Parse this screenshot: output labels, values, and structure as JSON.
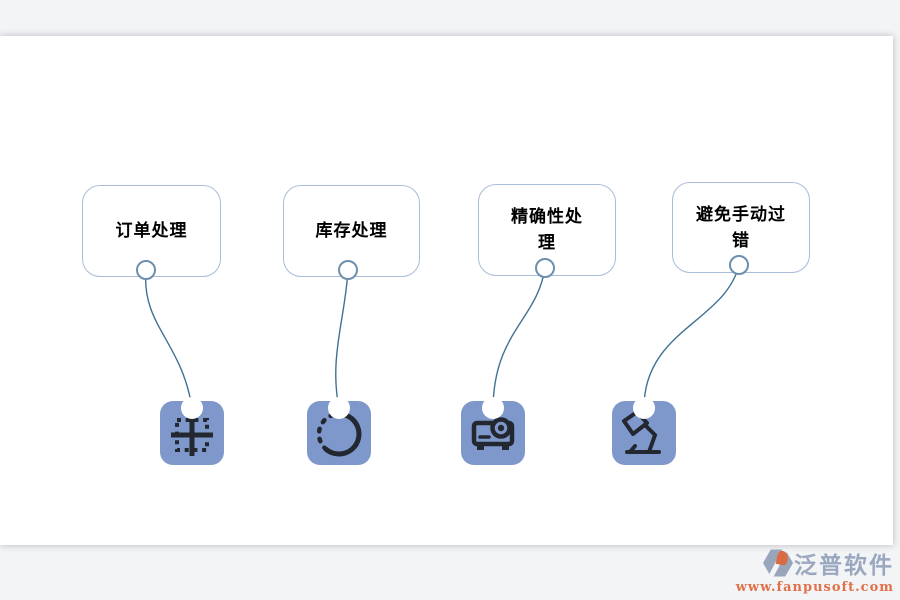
{
  "colors": {
    "app_background": "#f3f4f6",
    "page": "#ffffff",
    "box_border": "#a8bdd8",
    "box_text": "#000000",
    "connector_line": "#3f7293",
    "port_stroke": "#6d8fae",
    "tile_fill": "#7f98cc",
    "icon_glyph": "#23272f",
    "watermark_gray": "#9aa8bf",
    "watermark_orange": "#e0714a"
  },
  "nodes": [
    {
      "label": "订单处理",
      "label_line1": "订单处理",
      "label_line2": "",
      "icon": "table-borders-icon"
    },
    {
      "label": "库存处理",
      "label_line1": "库存处理",
      "label_line2": "",
      "icon": "progress-circle-icon"
    },
    {
      "label": "精确性处理",
      "label_line1": "精确性处",
      "label_line2": "理",
      "icon": "projector-icon"
    },
    {
      "label": "避免手动过错",
      "label_line1": "避免手动过",
      "label_line2": "错",
      "icon": "desk-lamp-icon"
    }
  ],
  "watermark": {
    "brand": "泛普软件",
    "url": "www.fanpusoft.com"
  }
}
